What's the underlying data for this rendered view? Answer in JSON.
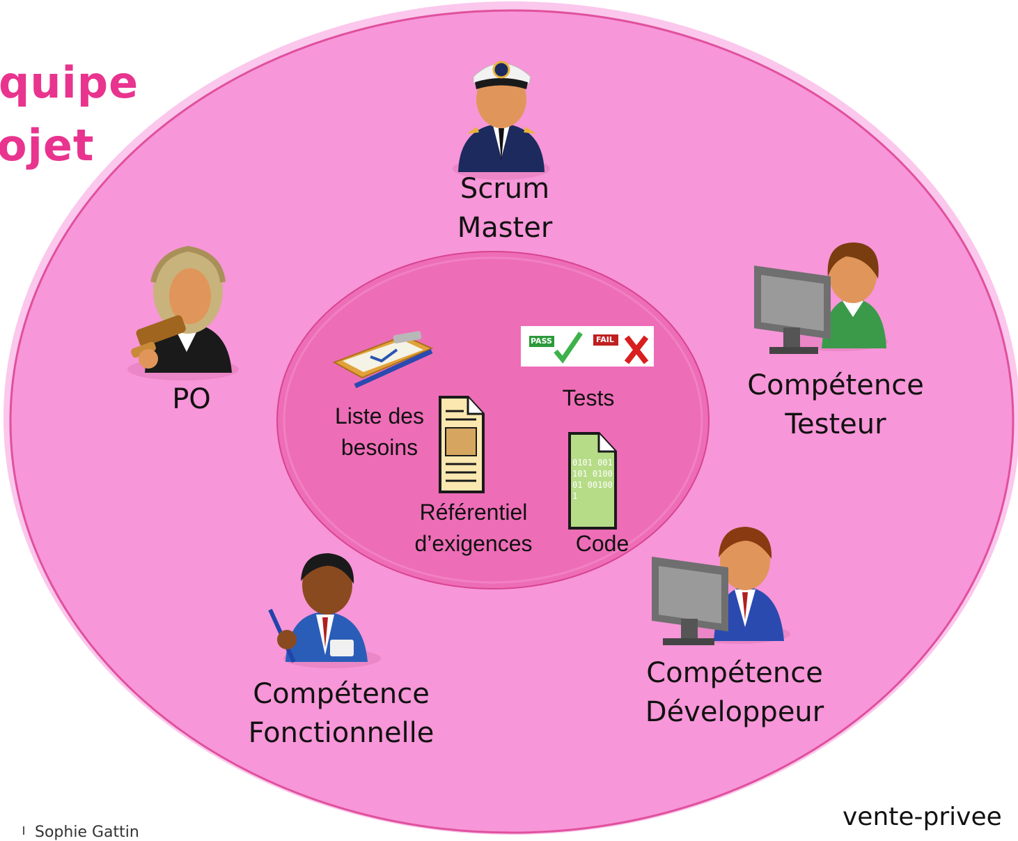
{
  "title": {
    "line1": "quipe",
    "line2": "ojet"
  },
  "roles": {
    "scrum_master": {
      "line1": "Scrum",
      "line2": "Master"
    },
    "po": {
      "label": "PO"
    },
    "testeur": {
      "line1": "Compétence",
      "line2": "Testeur"
    },
    "fonctionnelle": {
      "line1": "Compétence",
      "line2": "Fonctionnelle"
    },
    "developpeur": {
      "line1": "Compétence",
      "line2": "Développeur"
    }
  },
  "artifacts": {
    "besoins": {
      "line1": "Liste des",
      "line2": "besoins"
    },
    "tests": {
      "label": "Tests",
      "pass": "PASS",
      "fail": "FAIL"
    },
    "referentiel": {
      "line1": "Référentiel",
      "line2": "d’exigences"
    },
    "code": {
      "label": "Code",
      "digits": "0101 001101 010001 001001"
    }
  },
  "footer": {
    "author": "Sophie Gattin",
    "brand": "vente-privee"
  },
  "colors": {
    "outer": "#f796d8",
    "outer_border": "#e0509d",
    "inner": "#ee6db7",
    "title": "#e8348f"
  }
}
